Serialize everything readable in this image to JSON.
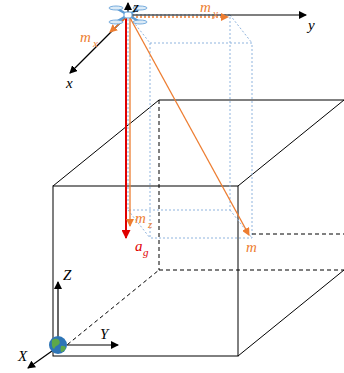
{
  "diagram": {
    "labels": [
      "z",
      "y",
      "x",
      "m",
      "x",
      "m",
      "y",
      "m",
      "z",
      "m",
      "a",
      "g",
      "Z",
      "Y",
      "X"
    ]
  }
}
